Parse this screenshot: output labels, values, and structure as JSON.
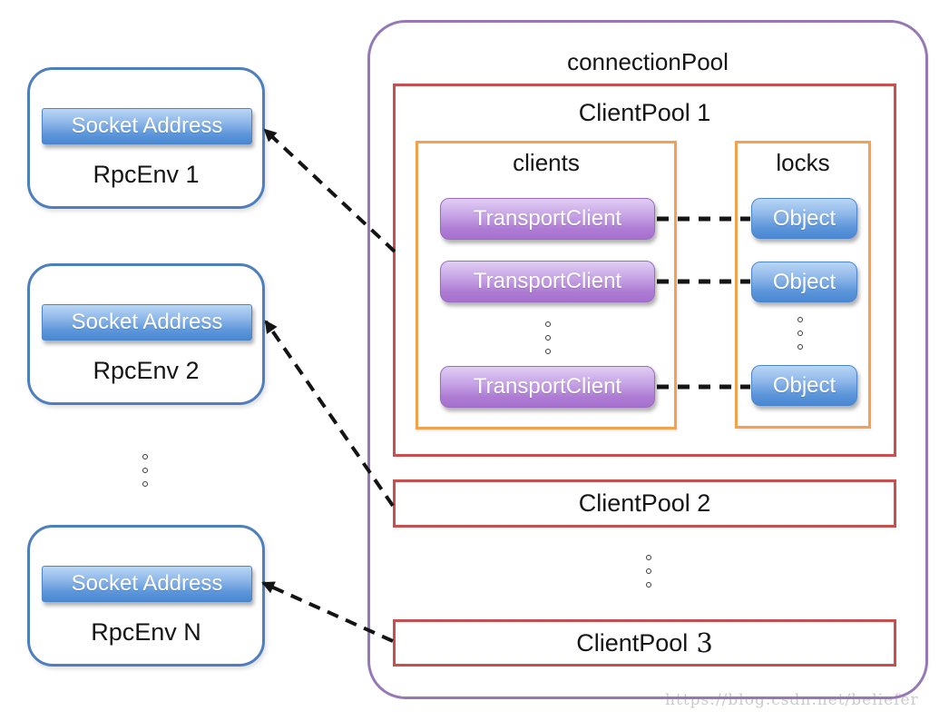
{
  "diagram": {
    "watermark": "https://blog.csdn.net/beliefer",
    "rpc_envs": [
      {
        "button": "Socket Address",
        "label": "RpcEnv 1"
      },
      {
        "button": "Socket Address",
        "label": "RpcEnv 2"
      },
      {
        "button": "Socket Address",
        "label": "RpcEnv N"
      }
    ],
    "connection_pool": {
      "title": "connectionPool",
      "client_pool_1": {
        "title": "ClientPool 1",
        "clients": {
          "title": "clients",
          "items": [
            "TransportClient",
            "TransportClient",
            "TransportClient"
          ]
        },
        "locks": {
          "title": "locks",
          "items": [
            "Object",
            "Object",
            "Object"
          ]
        }
      },
      "client_pool_2": {
        "title": "ClientPool 2"
      },
      "client_pool_3": {
        "title_text": "ClientPool",
        "title_number": "3"
      }
    },
    "colors": {
      "env_border": "#4d7ebd",
      "pool_border": "#9678b6",
      "client_pool_border": "#c94f4f",
      "group_border": "#f5a04c",
      "blue_button": "#4a88d3",
      "purple_button": "#a671cf",
      "arrow": "#141414",
      "watermark_text": "#cacaca"
    }
  }
}
